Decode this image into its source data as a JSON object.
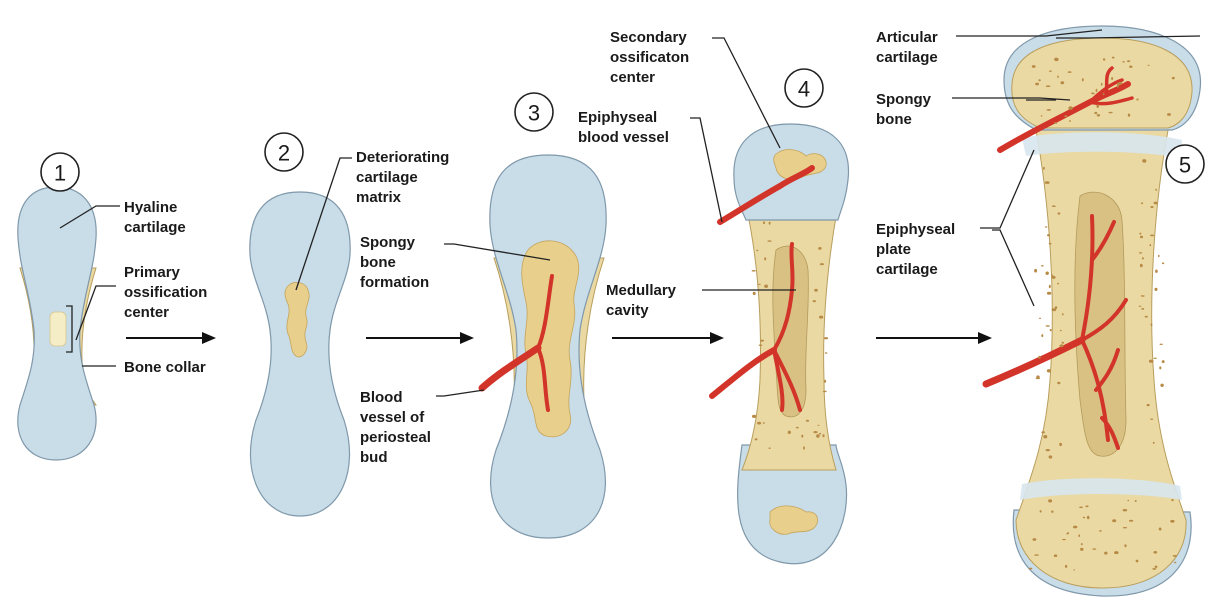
{
  "colors": {
    "cartilage": "#c9dde9",
    "bone": "#ead9a3",
    "spongy_bone": "#e8cf8c",
    "blood_vessel": "#d3342a",
    "text": "#1a1a1a"
  },
  "stages": [
    {
      "number": "1"
    },
    {
      "number": "2"
    },
    {
      "number": "3"
    },
    {
      "number": "4"
    },
    {
      "number": "5"
    }
  ],
  "labels": {
    "s1": {
      "hyaline": [
        "Hyaline",
        "cartilage"
      ],
      "primary": [
        "Primary",
        "ossification",
        "center"
      ],
      "collar": [
        "Bone collar"
      ]
    },
    "s2": {
      "deteriorating": [
        "Deteriorating",
        "cartilage",
        "matrix"
      ]
    },
    "s3": {
      "spongy": [
        "Spongy",
        "bone",
        "formation"
      ],
      "vessel": [
        "Blood",
        "vessel of",
        "periosteal",
        "bud"
      ]
    },
    "s4": {
      "secondary": [
        "Secondary",
        "ossificaton",
        "center"
      ],
      "epiphyseal_vessel": [
        "Epiphyseal",
        "blood vessel"
      ],
      "medullary": [
        "Medullary",
        "cavity"
      ]
    },
    "s5": {
      "articular": [
        "Articular",
        "cartilage"
      ],
      "spongy": [
        "Spongy",
        "bone"
      ],
      "plate": [
        "Epiphyseal",
        "plate",
        "cartilage"
      ]
    }
  },
  "icons": {
    "arrow": "right-arrow-icon"
  }
}
